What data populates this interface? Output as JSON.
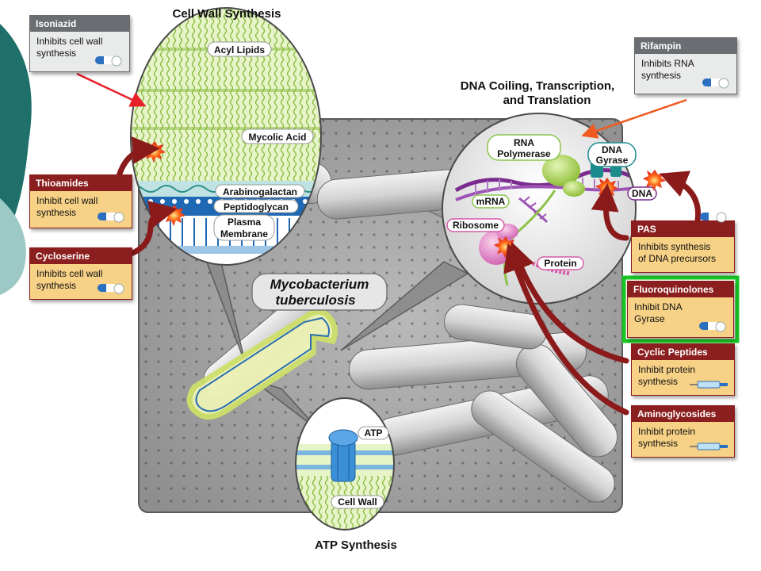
{
  "sections": {
    "cell_wall": "Cell Wall Synthesis",
    "dna_line1": "DNA Coiling, Transcription,",
    "dna_line2": "and Translation",
    "atp": "ATP Synthesis"
  },
  "organism": {
    "line1": "Mycobacterium",
    "line2": "tuberculosis"
  },
  "cell_wall_labels": {
    "acyl": "Acyl Lipids",
    "mycolic": "Mycolic Acid",
    "arabino": "Arabinogalactan",
    "peptido": "Peptidoglycan",
    "plasma1": "Plasma",
    "plasma2": "Membrane"
  },
  "dna_labels": {
    "rnap1": "RNA",
    "rnap2": "Polymerase",
    "gyrase1": "DNA",
    "gyrase2": "Gyrase",
    "mrna": "mRNA",
    "ribosome": "Ribosome",
    "protein": "Protein",
    "dna": "DNA"
  },
  "atp_labels": {
    "atp": "ATP",
    "cell_wall": "Cell Wall"
  },
  "drugs": {
    "isoniazid": {
      "name": "Isoniazid",
      "line1": "Inhibits cell wall",
      "line2": "synthesis"
    },
    "rifampin": {
      "name": "Rifampin",
      "line1": "Inhibits RNA",
      "line2": "synthesis"
    },
    "thioamides": {
      "name": "Thioamides",
      "line1": "Inhibit cell wall",
      "line2": "synthesis"
    },
    "cycloserine": {
      "name": "Cycloserine",
      "line1": "Inhibits cell wall",
      "line2": "synthesis"
    },
    "pas": {
      "name": "PAS",
      "line1": "Inhibits synthesis",
      "line2": "of DNA precursors"
    },
    "fluoroquinolones": {
      "name": "Fluoroquinolones",
      "line1": "Inhibit DNA",
      "line2": "Gyrase"
    },
    "cyclic_peptides": {
      "name": "Cyclic Peptides",
      "line1": "Inhibit protein",
      "line2": "synthesis"
    },
    "aminoglycosides": {
      "name": "Aminoglycosides",
      "line1": "Inhibit protein",
      "line2": "synthesis"
    }
  },
  "colors": {
    "teal": "#1f6f6a",
    "highlight": "#19c423",
    "arrow_red": "#e8202a",
    "arrow_orange": "#ef5a20",
    "arrow_dark": "#8b1a1a"
  }
}
